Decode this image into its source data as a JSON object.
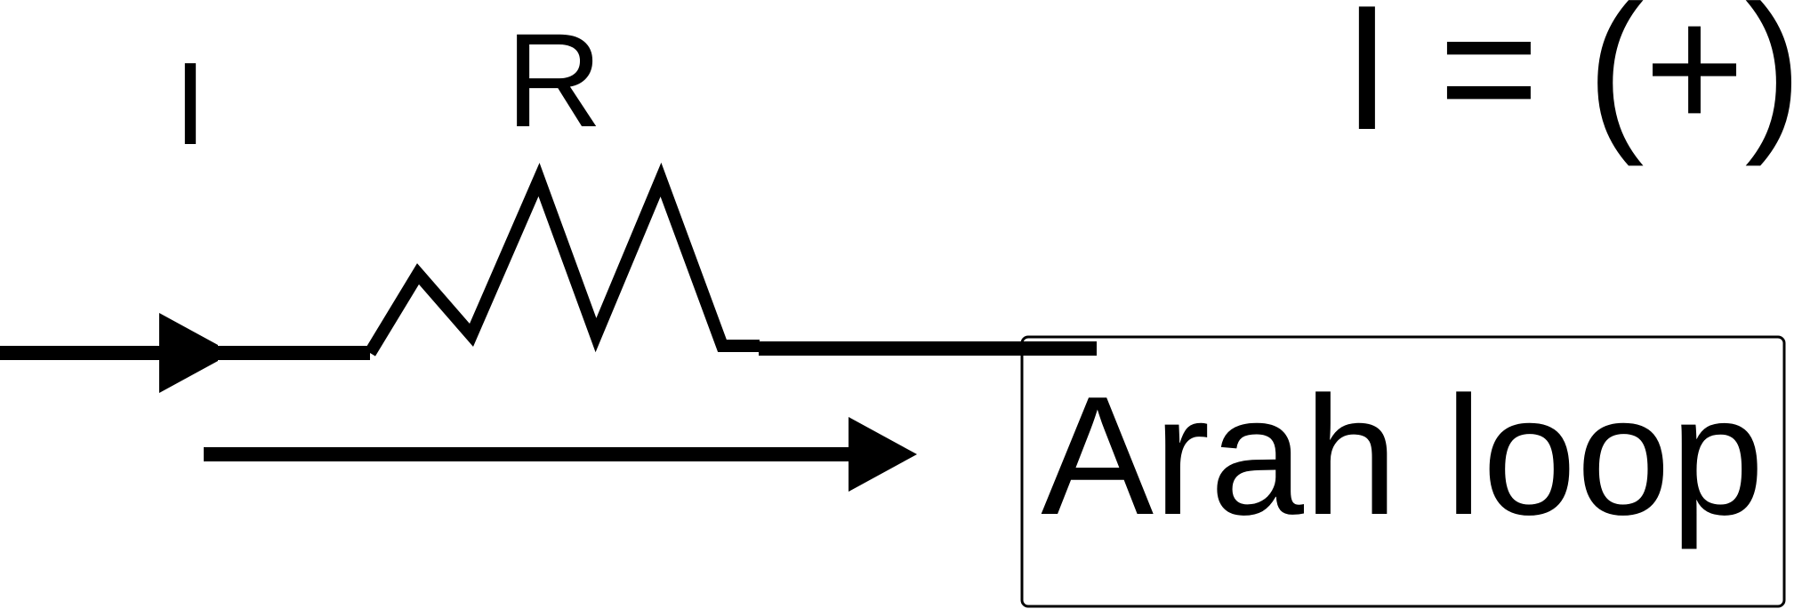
{
  "labels": {
    "current": "I",
    "resistor": "R",
    "equation": "I = (+)",
    "loop_box": "Arah loop"
  },
  "colors": {
    "stroke": "#000000",
    "background": "#ffffff"
  }
}
